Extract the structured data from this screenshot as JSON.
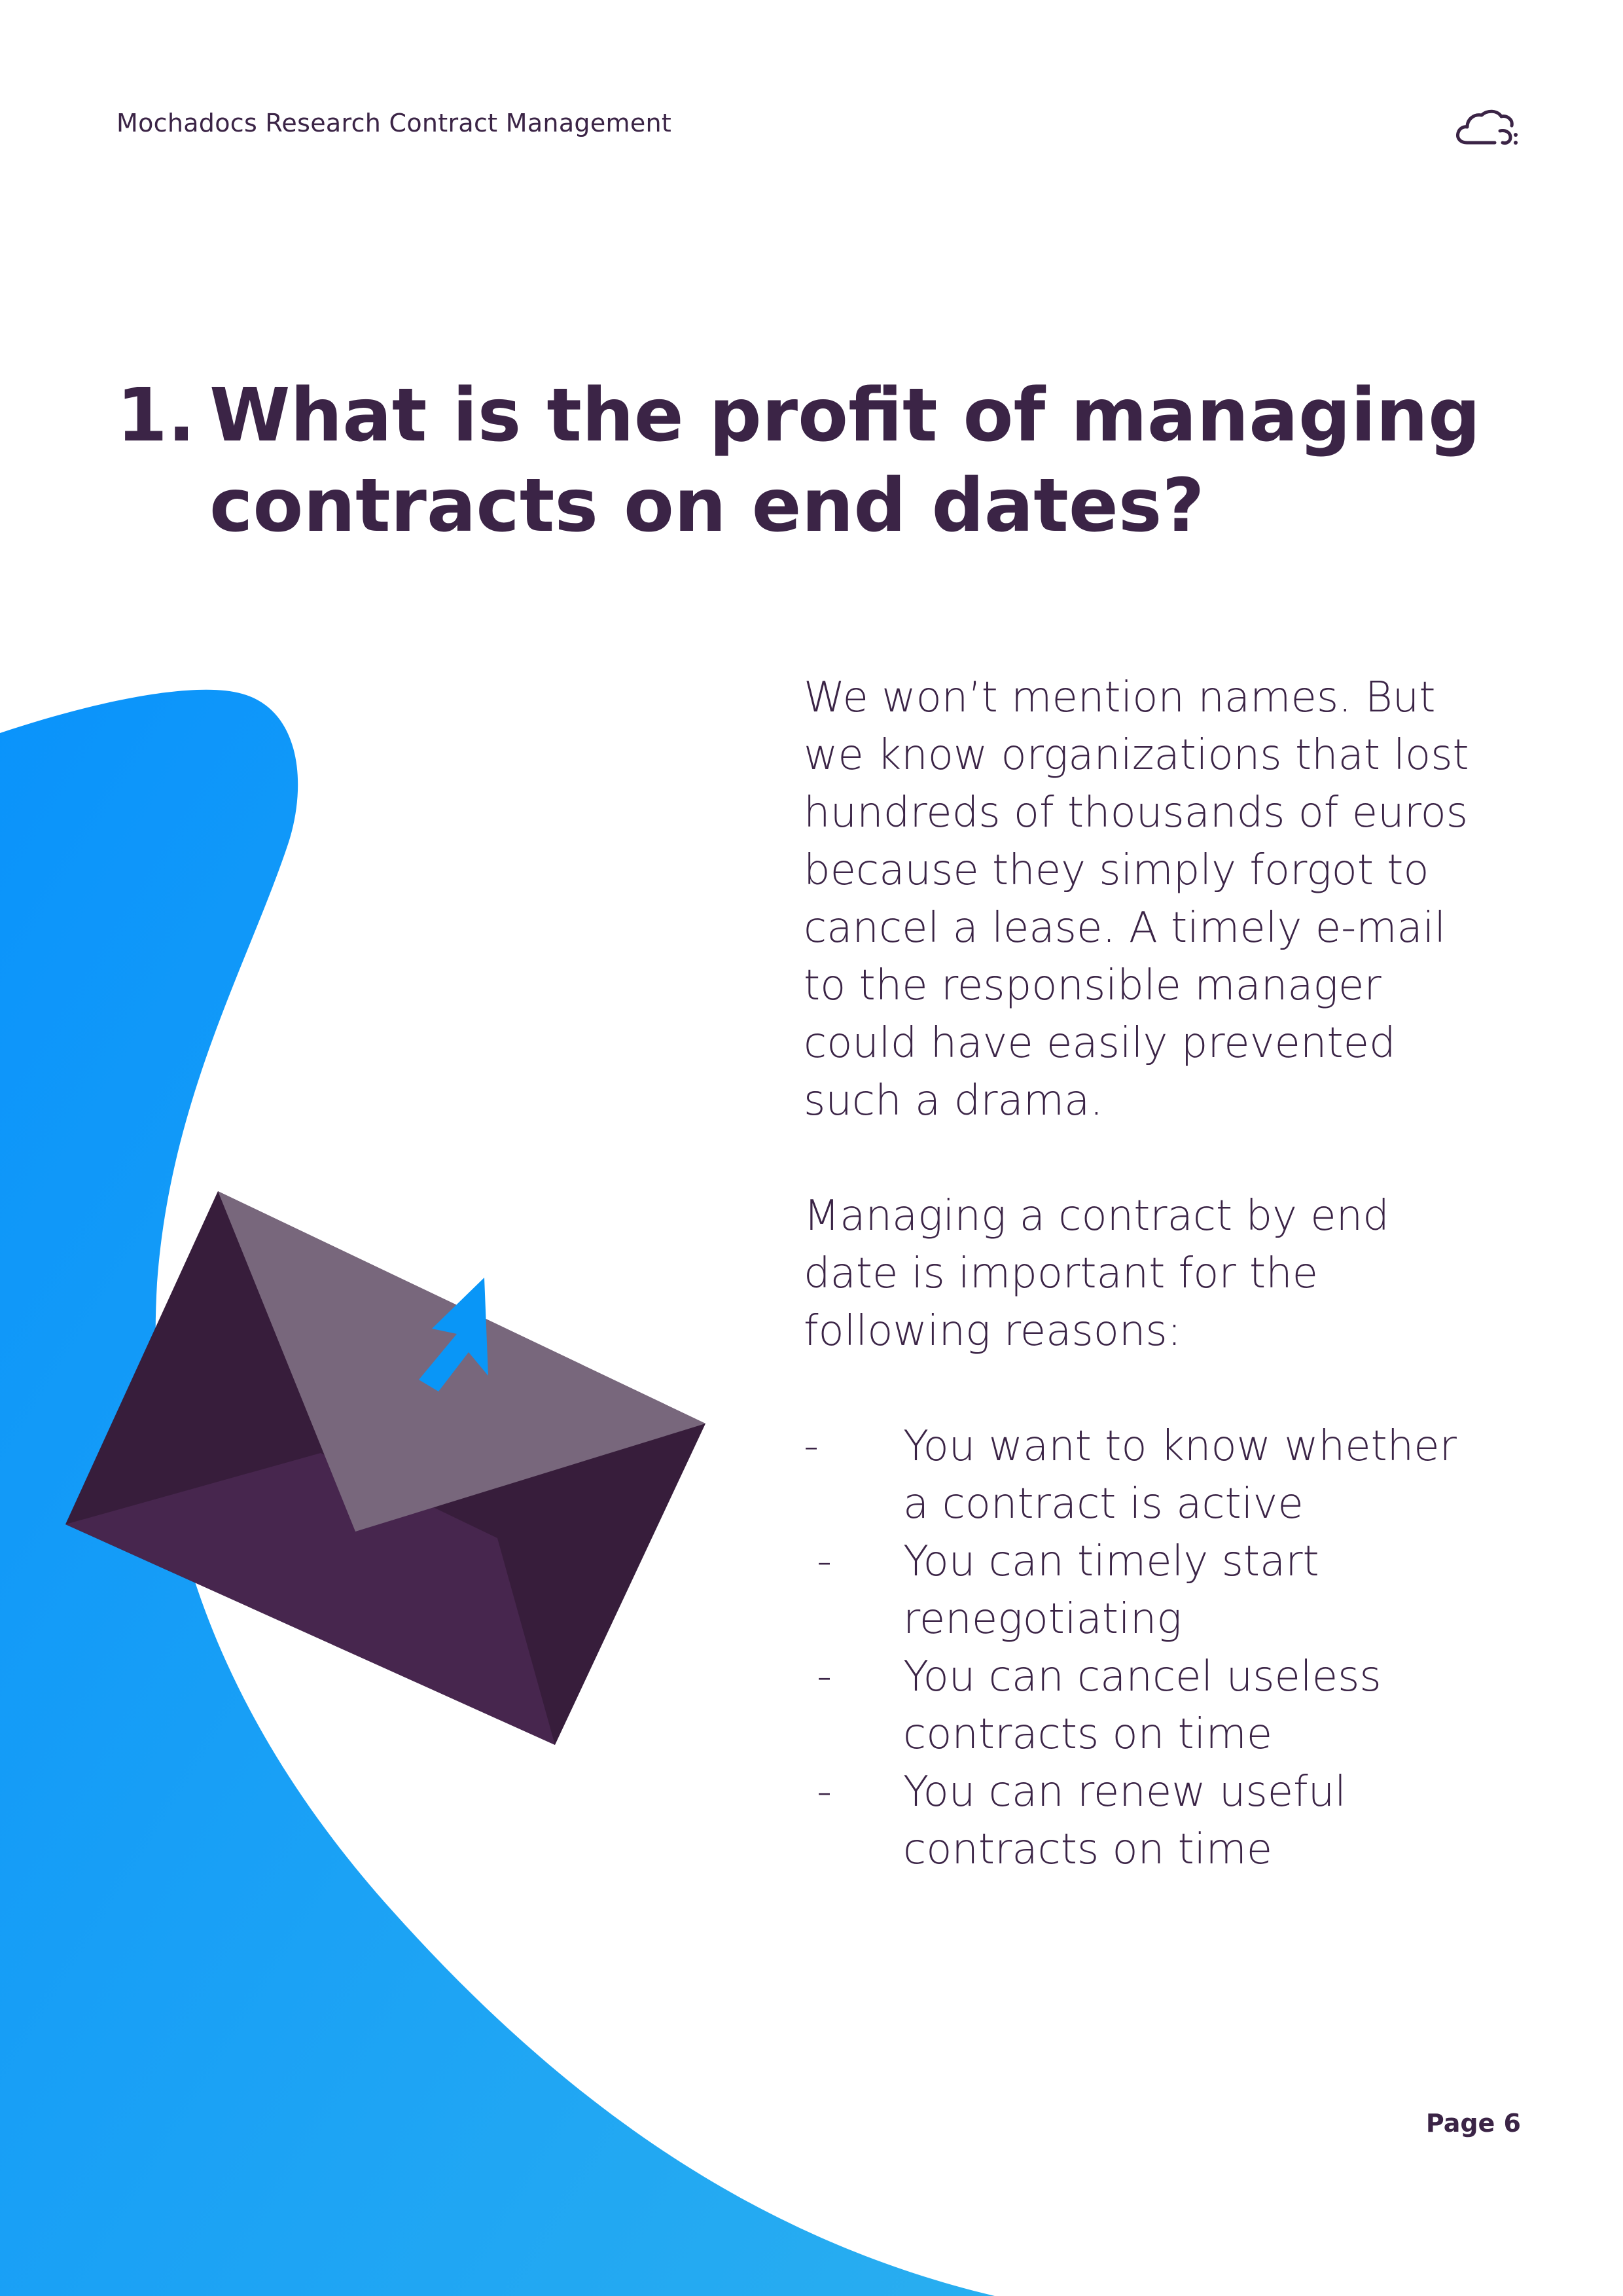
{
  "header": {
    "title": "Mochadocs Research Contract Management"
  },
  "section": {
    "number": "1.",
    "title": "What is the profit of managing contracts on end dates?"
  },
  "body": {
    "paragraph1": "We won’t mention names. But we know organizations that lost hundreds of thousands of euros because they simply forgot to cancel a lease. A timely e-mail to the responsible manager could have easily prevented such a drama.",
    "paragraph2": "Managing a contract by end date is important for the following reasons:",
    "reasons": [
      {
        "dash": "-",
        "text": "You want to know whether a contract is active"
      },
      {
        "dash": "-",
        "text": "You can timely start renegotiating"
      },
      {
        "dash": "-",
        "text": "You can cancel useless contracts on time"
      },
      {
        "dash": "-",
        "text": "You can renew useful contracts on time"
      }
    ]
  },
  "footer": {
    "page_label": "Page 6"
  },
  "colors": {
    "text": "#3b2446",
    "blob_start": "#0a93fb",
    "blob_end": "#29aef0",
    "envelope_dark": "#371d3b",
    "envelope_mid": "#47264e",
    "envelope_flap": "#78677c",
    "arrow": "#0996f7"
  },
  "icons": {
    "logo": "cloud-icon",
    "illustration": "envelope-icon",
    "arrow": "cursor-arrow-icon"
  }
}
